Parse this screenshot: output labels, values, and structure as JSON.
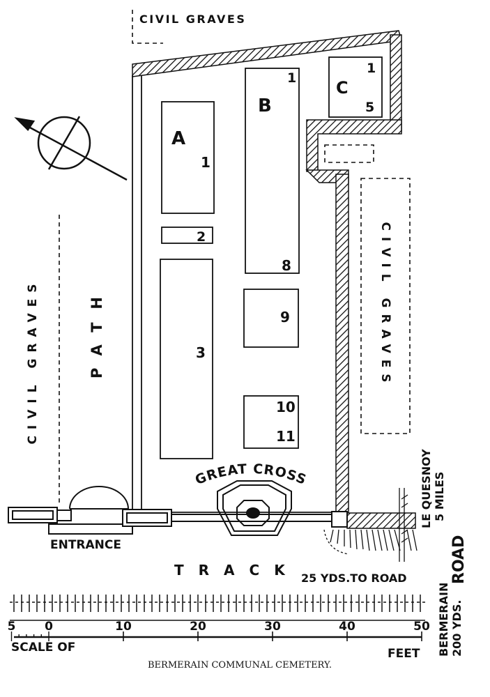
{
  "map": {
    "caption": "BERMERAIN COMMUNAL CEMETERY.",
    "civil_graves_top": "CIVIL GRAVES",
    "civil_graves_left": "CIVIL GRAVES",
    "civil_graves_right": "CIVIL GRAVES",
    "path_label": "PATH",
    "track_label": "TRACK",
    "entrance_label": "ENTRANCE",
    "great_cross_label": "GREAT CROSS",
    "road_note": "25 YDS.TO ROAD",
    "le_quesnoy_line1": "LE QUESNOY",
    "le_quesnoy_line2": "5 MILES",
    "bermerain_line1": "BERMERAIN",
    "bermerain_line2": "200 YDS.",
    "road_label": "ROAD"
  },
  "plots": {
    "A_letter": "A",
    "A_num": "1",
    "plot2": "2",
    "plot3": "3",
    "B_letter": "B",
    "B_top": "1",
    "B_bottom": "8",
    "C_letter": "C",
    "C_top": "1",
    "C_bottom": "5",
    "plot9": "9",
    "plot10": "10",
    "plot11": "11"
  },
  "scale": {
    "ticks": [
      "5",
      "0",
      "10",
      "20",
      "30",
      "40",
      "50"
    ],
    "left_label": "SCALE OF",
    "right_label": "FEET"
  }
}
